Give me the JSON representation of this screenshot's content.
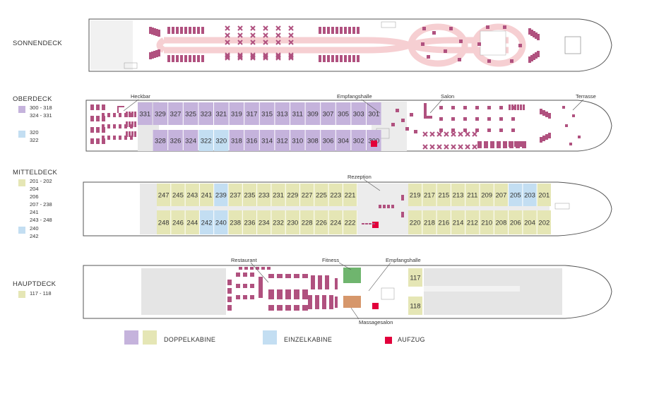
{
  "decks": {
    "sonnendeck": {
      "label": "SONNENDECK"
    },
    "oberdeck": {
      "label": "OBERDECK",
      "legend": [
        {
          "lines": [
            "300 - 318",
            "324 - 331"
          ],
          "color": "#c5b3dc"
        },
        {
          "lines": [
            "320",
            "322"
          ],
          "color": "#c3def2"
        }
      ],
      "annotations": {
        "heckbar": "Heckbar",
        "empfangshalle": "Empfangshalle",
        "salon": "Salon",
        "terrasse": "Terrasse"
      },
      "cabins_top": [
        "331",
        "329",
        "327",
        "325",
        "323",
        "321",
        "319",
        "317",
        "315",
        "313",
        "311",
        "309",
        "307",
        "305",
        "303",
        "301"
      ],
      "cabins_bottom": [
        "328",
        "326",
        "324",
        "322",
        "320",
        "318",
        "316",
        "314",
        "312",
        "310",
        "308",
        "306",
        "304",
        "302",
        "300"
      ]
    },
    "mitteldeck": {
      "label": "MITTELDECK",
      "legend": [
        {
          "lines": [
            "201 - 202",
            "204",
            "206",
            "207 - 238",
            "241",
            "243 - 248"
          ],
          "color": "#e5e6b5"
        },
        {
          "lines": [
            "240",
            "242"
          ],
          "color": "#c3def2"
        }
      ],
      "annotations": {
        "rezeption": "Rezeption"
      },
      "cabins_top_left": [
        "247",
        "245",
        "243",
        "241",
        "239",
        "237",
        "235",
        "233",
        "231",
        "229",
        "227",
        "225",
        "223",
        "221"
      ],
      "cabins_bottom_left": [
        "248",
        "246",
        "244",
        "242",
        "240",
        "238",
        "236",
        "234",
        "232",
        "230",
        "228",
        "226",
        "224",
        "222"
      ],
      "cabins_top_right": [
        "219",
        "217",
        "215",
        "213",
        "211",
        "209",
        "207",
        "205",
        "203",
        "201"
      ],
      "cabins_bottom_right": [
        "220",
        "218",
        "216",
        "214",
        "212",
        "210",
        "208",
        "206",
        "204",
        "202"
      ]
    },
    "hauptdeck": {
      "label": "HAUPTDECK",
      "legend": [
        {
          "lines": [
            "117 - 118"
          ],
          "color": "#e5e6b5"
        }
      ],
      "annotations": {
        "restaurant": "Restaurant",
        "fitness": "Fitness",
        "empfangshalle": "Empfangshalle",
        "massagesalon": "Massagesalon"
      },
      "cabins": [
        "117",
        "118"
      ]
    }
  },
  "legend": {
    "doppelkabine": "DOPPELKABINE",
    "einzelkabine": "EINZELKABINE",
    "aufzug": "AUFZUG"
  },
  "colors": {
    "doppel_purple": "#c5b3dc",
    "doppel_yellow": "#e5e6b5",
    "einzel_blue": "#c3def2",
    "aufzug_red": "#e2003b",
    "furniture": "#b0517f",
    "fitness": "#6fb56e",
    "massage": "#d6976b",
    "deck_grey": "#e8e8e8",
    "walkway_pink": "#f6cfd2"
  }
}
